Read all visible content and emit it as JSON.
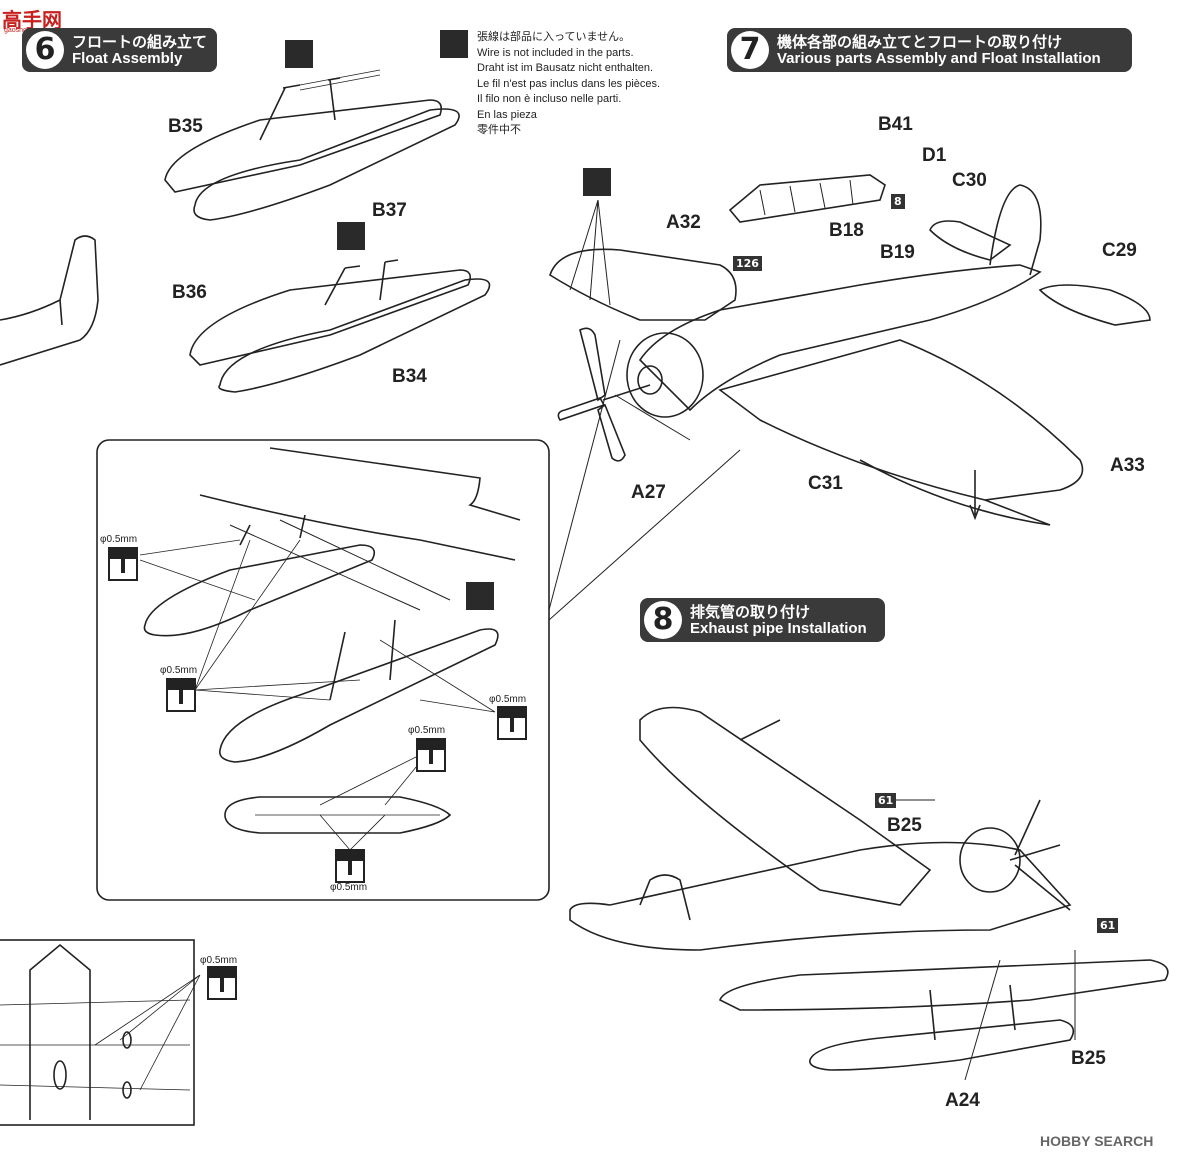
{
  "watermark": {
    "brand": "高手网",
    "url": "gaoshou.com",
    "footer": "HOBBY SEARCH"
  },
  "step6": {
    "number": "6",
    "title_jp": "フロートの組み立て",
    "title_en": "Float Assembly"
  },
  "step7": {
    "number": "7",
    "title_jp": "機体各部の組み立てとフロートの取り付け",
    "title_en": "Various parts Assembly and Float Installation"
  },
  "step8": {
    "number": "8",
    "title_jp": "排気管の取り付け",
    "title_en": "Exhaust pipe Installation"
  },
  "wire_note": {
    "jp": "張線は部品に入っていません。",
    "en": "Wire is not included in the parts.",
    "de": "Draht ist im Bausatz nicht enthalten.",
    "fr": "Le fil n'est pas inclus dans les pièces.",
    "it": "Il filo non è incluso nelle parti.",
    "es": "En las pieza",
    "zh": "零件中不"
  },
  "parts": {
    "b35": "B35",
    "b37": "B37",
    "b36": "B36",
    "b34": "B34",
    "b41": "B41",
    "d1": "D1",
    "c30": "C30",
    "a32": "A32",
    "b18": "B18",
    "b19": "B19",
    "c29": "C29",
    "a27": "A27",
    "c31": "C31",
    "a33": "A33",
    "b25_top": "B25",
    "b25_bottom": "B25",
    "a24": "A24"
  },
  "badges": {
    "b126": "126",
    "b8": "8",
    "b61a": "61",
    "b61b": "61"
  },
  "drill": {
    "d1": "φ0.5mm",
    "d2": "φ0.5mm",
    "d3": "φ0.5mm",
    "d4": "φ0.5mm",
    "d5": "φ0.5mm",
    "d6": "φ0.5mm"
  }
}
